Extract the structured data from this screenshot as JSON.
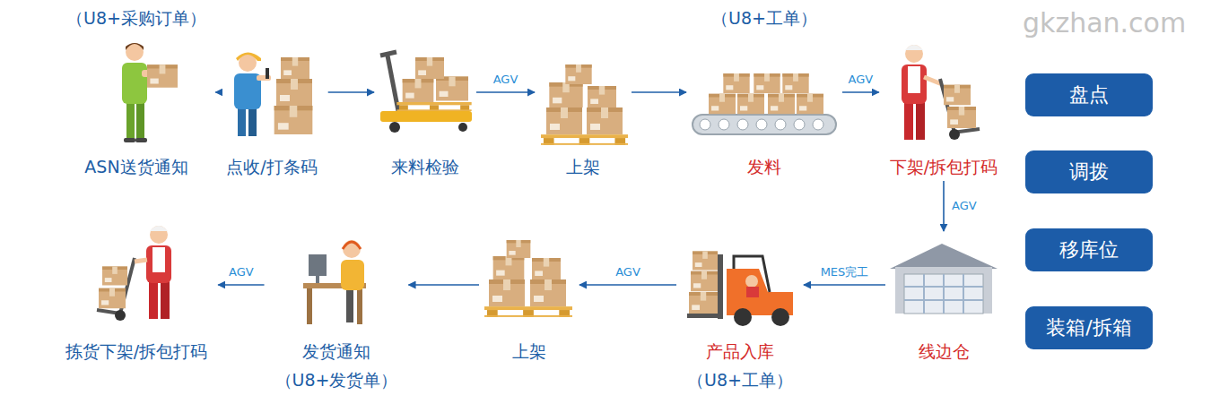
{
  "diagram": {
    "nodes": [
      {
        "text": [
          "（U8+采购订单）",
          "ASN送货通知"
        ]
      },
      {
        "text": [
          "点收/打条码"
        ]
      },
      {
        "text": [
          "来料检验"
        ]
      },
      {
        "text": [
          "上架"
        ]
      },
      {
        "text": [
          "（U8+工单）",
          "发料"
        ]
      },
      {
        "text": [
          "下架/拆包打码"
        ]
      },
      {
        "text": [
          "线边仓"
        ]
      },
      {
        "text": [
          "产品入库",
          "（U8+工单）"
        ]
      },
      {
        "text": [
          "上架"
        ]
      },
      {
        "text": [
          "发货通知",
          "（U8+发货单）"
        ]
      },
      {
        "text": [
          "拣货下架/拆包打码"
        ]
      },
      {
        "text": [
          "盘点"
        ]
      },
      {
        "text": [
          "调拨"
        ]
      },
      {
        "text": [
          "移库位"
        ]
      },
      {
        "text": [
          "装箱/拆箱"
        ]
      }
    ],
    "edges": [
      {
        "from": 0,
        "to": 1,
        "arrow": "to"
      },
      {
        "from": 1,
        "to": 2,
        "arrow": "to"
      },
      {
        "from": 2,
        "to": 3,
        "label": "AGV",
        "arrow": "to"
      },
      {
        "from": 3,
        "to": 4,
        "arrow": "to"
      },
      {
        "from": 4,
        "to": 5,
        "label": "AGV",
        "arrow": "to"
      },
      {
        "from": 5,
        "to": 6,
        "label": "AGV",
        "arrow": "to"
      },
      {
        "from": 6,
        "to": 7,
        "label": "MES完工",
        "arrow": "to"
      },
      {
        "from": 7,
        "to": 8,
        "label": "AGV",
        "arrow": "to"
      },
      {
        "from": 8,
        "to": 9,
        "arrow": "to"
      },
      {
        "from": 9,
        "to": 10,
        "label": "AGV",
        "arrow": "to"
      }
    ],
    "labels": [
      "gkzhan.com"
    ]
  }
}
